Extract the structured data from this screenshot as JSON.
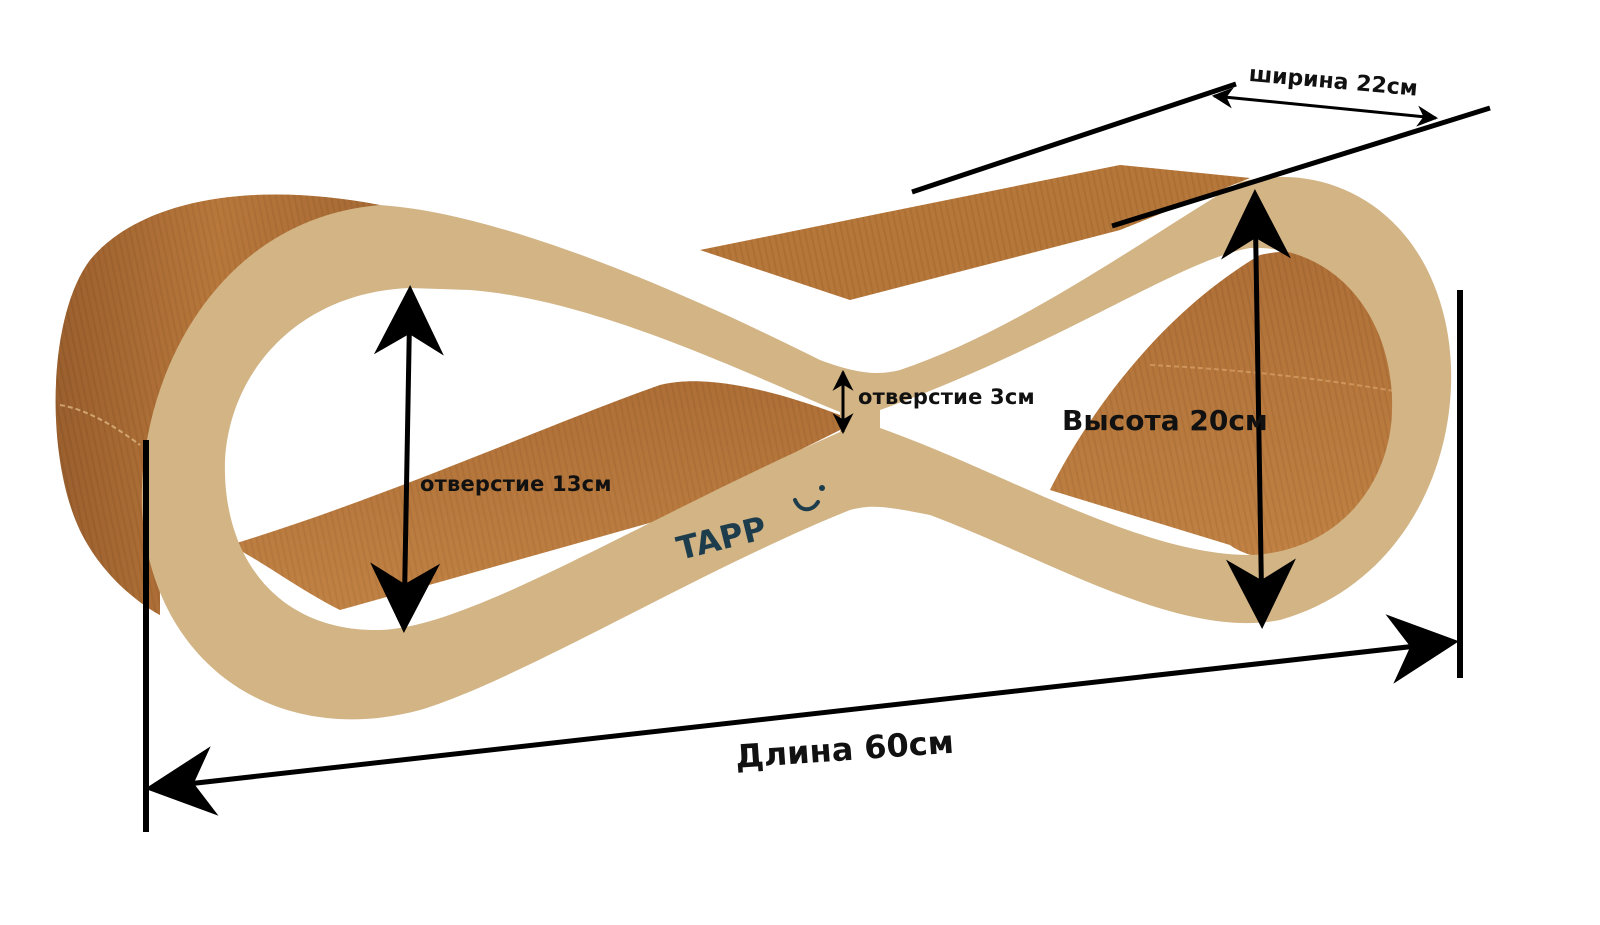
{
  "product": {
    "brand_logo_text": "TAPP",
    "colors": {
      "face": "#d2b485",
      "corrugated": "#b8783c",
      "corrugated_dark": "#8a5226",
      "brand": "#1e3d4c",
      "annotation": "#000000"
    }
  },
  "dimensions": {
    "width": "ширина 22см",
    "gap": "отверстие 3см",
    "height": "Высота 20см",
    "opening": "отверстие 13см",
    "length": "Длина 60см"
  }
}
